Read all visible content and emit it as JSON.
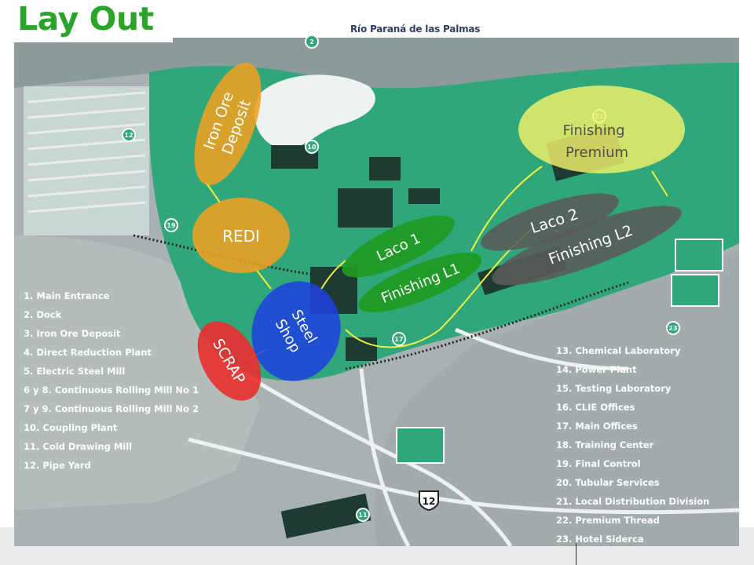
{
  "title": "Lay Out",
  "river_label": "Río Paraná de las Palmas",
  "legend_left": [
    "1. Main Entrance",
    "2. Dock",
    "3. Iron Ore Deposit",
    "4. Direct Reduction Plant",
    "5. Electric Steel Mill",
    "6 y 8. Continuous Rolling Mill No 1",
    "7 y 9. Continuous Rolling Mill No 2",
    "10. Coupling Plant",
    "11. Cold Drawing Mill",
    "12. Pipe Yard"
  ],
  "legend_right": [
    "13. Chemical Laboratory",
    "14. Power Plant",
    "15. Testing Laboratory",
    "16. CLIE Offices",
    "17. Main Offices",
    "18. Training Center",
    "19. Final Control",
    "20. Tubular Services",
    "21. Local Distribution Division",
    "22. Premium Thread",
    "23. Hotel Siderca"
  ],
  "zones": {
    "iron_ore_deposit": {
      "line1": "Iron Ore",
      "line2": "Deposit",
      "color": "#f0a020"
    },
    "redi": {
      "label": "REDI",
      "color": "#f0a020"
    },
    "steel_shop": {
      "line1": "Steel",
      "line2": "Shop",
      "color": "#1f3fe0"
    },
    "scrap": {
      "label": "SCRAP",
      "color": "#e83030"
    },
    "laco1": {
      "label": "Laco 1",
      "color": "#1f9a1f"
    },
    "finishing_l1": {
      "label": "Finishing L1",
      "color": "#1f9a1f"
    },
    "laco2": {
      "label": "Laco 2",
      "color": "#5a5a5a"
    },
    "finishing_l2": {
      "label": "Finishing L2",
      "color": "#5a5a5a"
    },
    "finishing_premium": {
      "line1": "Finishing",
      "line2": "Premium",
      "color": "#f3f26a"
    }
  },
  "map_markers": [
    "2",
    "10",
    "11",
    "12",
    "17",
    "19",
    "21",
    "23"
  ],
  "road_sign": "12"
}
